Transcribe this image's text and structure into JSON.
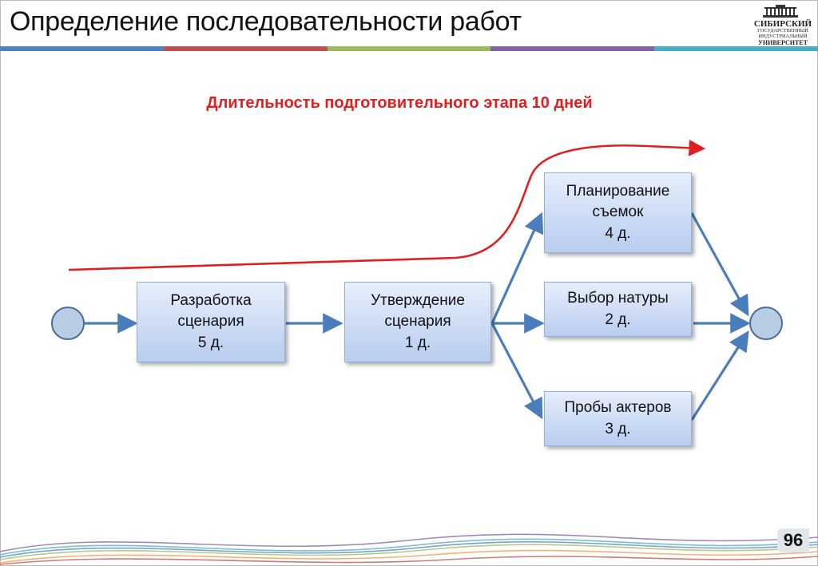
{
  "slide": {
    "title": "Определение последовательности работ",
    "subtitle": "Длительность подготовительного этапа 10 дней",
    "page_number": "96"
  },
  "logo": {
    "line1": "СИБИРСКИЙ",
    "line2": "ГОСУДАРСТВЕННЫЙ",
    "line3": "ИНДУСТРИАЛЬНЫЙ",
    "line4": "УНИВЕРСИТЕТ"
  },
  "tasks": [
    {
      "name": "Разработка",
      "name2": "сценария",
      "duration": "5 д."
    },
    {
      "name": "Утверждение",
      "name2": "сценария",
      "duration": "1 д."
    },
    {
      "name": "Планирование",
      "name2": "съемок",
      "duration": "4 д."
    },
    {
      "name": "Выбор натуры",
      "duration": "2 д."
    },
    {
      "name": "Пробы актеров",
      "duration": "3 д."
    }
  ],
  "colors": {
    "title_bar": [
      "#4e81bd",
      "#c0504d",
      "#9bbb59",
      "#8064a2",
      "#4bacc6"
    ],
    "critical_path": "#e02020",
    "arrow": "#4a7ebb",
    "node_fill": "#b9cde5",
    "node_stroke": "#4a6c99"
  }
}
